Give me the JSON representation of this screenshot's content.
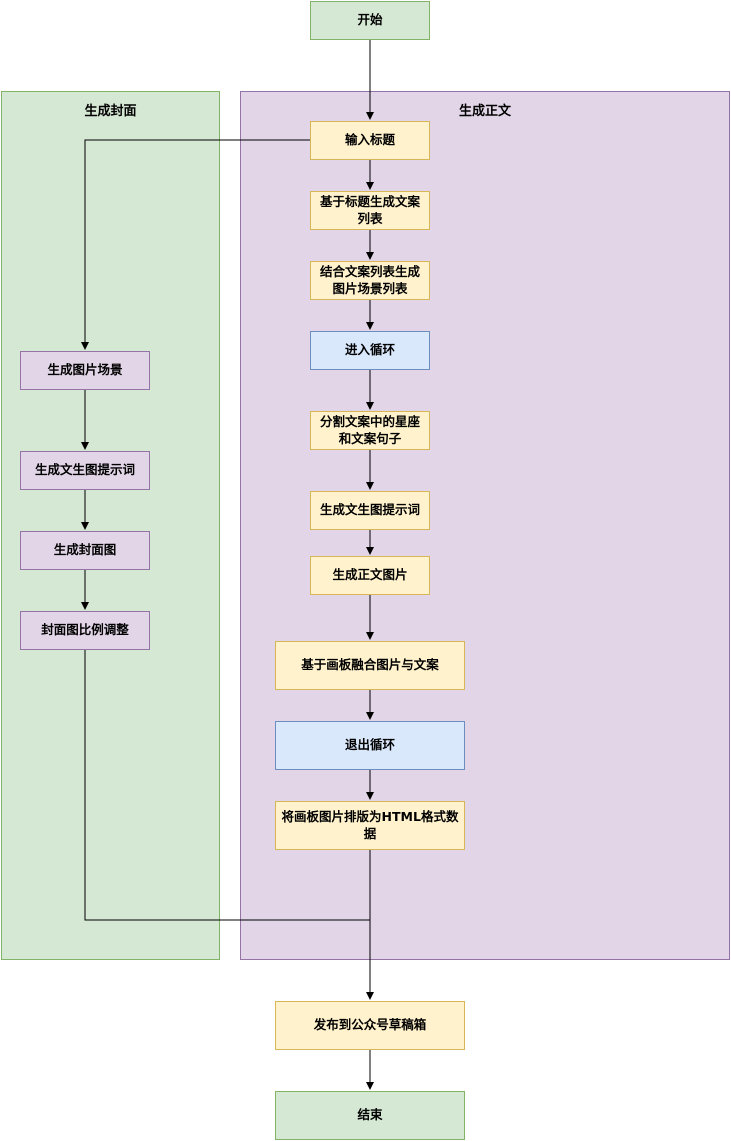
{
  "lanes": {
    "cover": {
      "title": "生成封面"
    },
    "body": {
      "title": "生成正文"
    }
  },
  "nodes": {
    "start": "开始",
    "input_title": "输入标题",
    "gen_copy_list": "基于标题生成文案列表",
    "gen_scene_list": "结合文案列表生成图片场景列表",
    "enter_loop": "进入循环",
    "split_sentences": "分割文案中的星座和文案句子",
    "gen_prompt_body": "生成文生图提示词",
    "gen_body_image": "生成正文图片",
    "merge_canvas": "基于画板融合图片与文案",
    "exit_loop": "退出循环",
    "layout_html": "将画板图片排版为HTML格式数据",
    "gen_scene_cover": "生成图片场景",
    "gen_prompt_cover": "生成文生图提示词",
    "gen_cover_image": "生成封面图",
    "adjust_ratio": "封面图比例调整",
    "publish": "发布到公众号草稿箱",
    "end": "结束"
  },
  "colors": {
    "cover_lane_fill": "#d5e8d4",
    "body_lane_fill": "#e1d5e7",
    "process_fill": "#fff2cc",
    "loop_fill": "#dae8fc",
    "terminal_fill": "#d5e8d4",
    "cover_step_fill": "#e1d5e7"
  }
}
